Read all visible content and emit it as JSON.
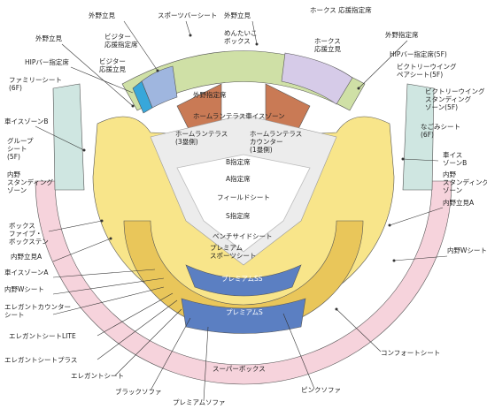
{
  "colors": {
    "outfield_green": "#cfe0a6",
    "yellow": "#f8e58a",
    "gold": "#e9c65a",
    "brick": "#c97a55",
    "blue_dark": "#5b7fc2",
    "blue_light": "#9fb6df",
    "pink": "#f6d3dc",
    "lavender": "#d6cbe8",
    "teal": "#cfe6e1",
    "sky": "#38a7da",
    "field_gray": "#ececec"
  },
  "labels": {
    "sports_bar": "スポーツバーシート",
    "outfield_standing_top_left": "外野立見",
    "mentaiko_box": "めんたいこ\nボックス",
    "outfield_standing_top_center": "外野立見",
    "hawks_reserved": "ホークス\n応援指定席",
    "visitor_reserved": "ビジター\n応援指定席",
    "hawks_standing": "ホークス\n応援立見",
    "outfield_standing_left": "外野立見",
    "visitor_standing": "ビジター\n応援立見",
    "outfield_reserved_right": "外野指定席",
    "hip_bar_left": "HIPバー指定席",
    "hip_bar_right": "HIPバー指定席(5F)",
    "victory_wing": "ビクトリーウイング\nペアシート(5F)",
    "family_seat": "ファミリーシート\n(6F)",
    "outfield_reserved_center": "外野指定席",
    "victory_wing_standing": "ビクトリーウイング\nスタンディング\nゾーン(5F)",
    "home_terrace_wheelchair": "ホームランテラス車イスゾーン",
    "wheelchair_b_left": "車イスゾーンB",
    "nagomi": "なごみシート\n(6F)",
    "home_terrace_3": "ホームランテラス\n(3塁側)",
    "home_terrace_counter": "ホームランテラス\nカウンター\n(1塁側)",
    "group_seat": "グループ\nシート\n(5F)",
    "wheelchair_b_right": "車イス\nゾーンB",
    "standing_left": "内野\nスタンディング\nゾーン",
    "b_reserved": "B指定席",
    "standing_right": "内野\nスタンディング\nゾーン",
    "a_reserved": "A指定席",
    "field_seat": "フィールドシート",
    "s_reserved": "S指定席",
    "box_five": "ボックス\nファイブ・\nボックステン",
    "infield_standing_right": "内野立見A",
    "bench_side": "ベンチサイドシート",
    "infield_standing_left": "内野立見A",
    "premium_sports": "プレミアム\nスポーツシート",
    "infield_w_right": "内野Wシート",
    "wheelchair_a": "車イスゾーンA",
    "premium_ss": "プレミアムSS",
    "infield_w_left": "内野Wシート",
    "elegant_counter": "エレガントカウンター\nシート",
    "premium_s": "プレミアムS",
    "elegant_lite": "エレガントシートLITE",
    "elegant_plus": "エレガントシートプラス",
    "super_box": "スーパーボックス",
    "comfort": "コンフォートシート",
    "elegant": "エレガントシート",
    "black_sofa": "ブラックソファ",
    "pink_sofa": "ピンクソファ",
    "premium_sofa": "プレミアムソファ"
  }
}
